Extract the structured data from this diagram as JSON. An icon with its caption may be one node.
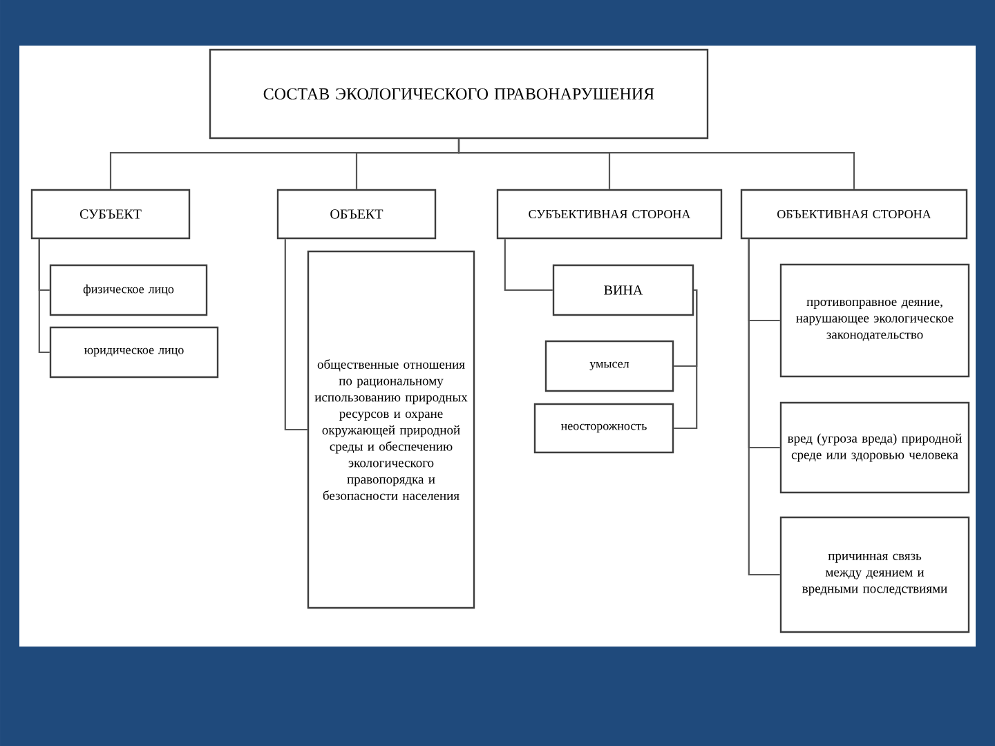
{
  "diagram": {
    "nodes": [
      {
        "text": [
          "СОСТАВ ЭКОЛОГИЧЕСКОГО ПРАВОНАРУШЕНИЯ"
        ]
      },
      {
        "text": [
          "СУБЪЕКТ"
        ]
      },
      {
        "text": [
          "ОБЪЕКТ"
        ]
      },
      {
        "text": [
          "СУБЪЕКТИВНАЯ СТОРОНА"
        ]
      },
      {
        "text": [
          "ОБЪЕКТИВНАЯ СТОРОНА"
        ]
      },
      {
        "text": [
          "физическое лицо"
        ]
      },
      {
        "text": [
          "юридическое лицо"
        ]
      },
      {
        "text": [
          "общественные отношения по рациональному использованию природных ресурсов и охране окружающей природной среды и обеспечению экологического правопорядка и безопасности населения"
        ]
      },
      {
        "text": [
          "ВИНА"
        ]
      },
      {
        "text": [
          "умысел"
        ]
      },
      {
        "text": [
          "неосторожность"
        ]
      },
      {
        "text": [
          "противоправное деяние, нарушающее экологическое законодательство"
        ]
      },
      {
        "text": [
          "вред (угроза вреда) природной среде или здоровью человека"
        ]
      },
      {
        "text": [
          "причинная связь между деянием и вредными последствиями"
        ]
      }
    ],
    "edges": [
      {
        "from": 0,
        "to": 1,
        "arrow": "none"
      },
      {
        "from": 0,
        "to": 2,
        "arrow": "none"
      },
      {
        "from": 0,
        "to": 3,
        "arrow": "none"
      },
      {
        "from": 0,
        "to": 4,
        "arrow": "none"
      },
      {
        "from": 1,
        "to": 5,
        "arrow": "none"
      },
      {
        "from": 1,
        "to": 6,
        "arrow": "none"
      },
      {
        "from": 2,
        "to": 7,
        "arrow": "none"
      },
      {
        "from": 3,
        "to": 8,
        "arrow": "none"
      },
      {
        "from": 8,
        "to": 9,
        "arrow": "none"
      },
      {
        "from": 8,
        "to": 10,
        "arrow": "none"
      },
      {
        "from": 4,
        "to": 11,
        "arrow": "none"
      },
      {
        "from": 4,
        "to": 12,
        "arrow": "none"
      },
      {
        "from": 4,
        "to": 13,
        "arrow": "none"
      }
    ]
  }
}
